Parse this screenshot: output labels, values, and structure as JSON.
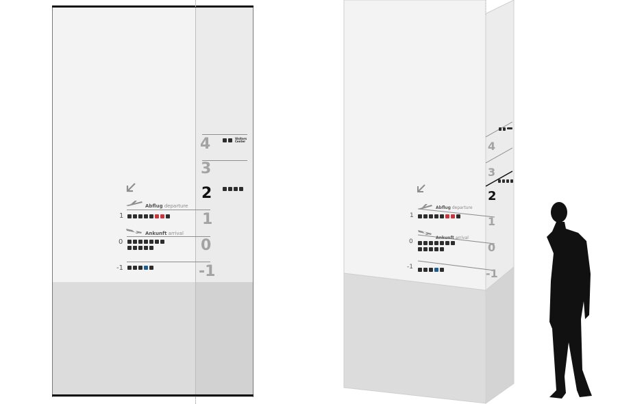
{
  "floors": [
    "4",
    "3",
    "2",
    "1",
    "0",
    "-1"
  ],
  "current_floor": "2",
  "visitor_center": [
    "Visitors",
    "Center"
  ],
  "levels": {
    "departure_level": "1",
    "arrival_level": "0",
    "basement_level": "-1"
  },
  "departure_label": {
    "de": "Abflug",
    "en": "departure"
  },
  "arrival_label": {
    "de": "Ankunft",
    "en": "arrival"
  },
  "colors": {
    "panel_upper": "#f3f3f3",
    "panel_lower": "#dcdcdc",
    "floor_numbers": "#a3a3a3",
    "current_floor": "#111111",
    "pictogram": "#2d2d2d",
    "pictogram_red": "#c8363d",
    "pictogram_blue": "#1f5e8e",
    "person": "#111111"
  },
  "icons": {
    "arrow": "arrow-down-left-icon",
    "plane_departure": "plane-departure-icon",
    "plane_arrival": "plane-arrival-icon",
    "person": "person-silhouette-icon"
  }
}
